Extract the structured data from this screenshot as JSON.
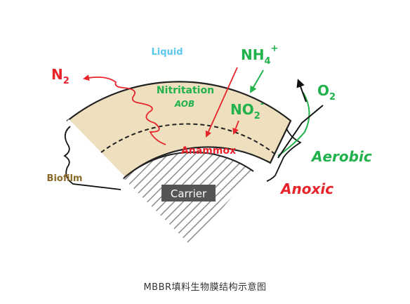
{
  "diagram": {
    "liquid_label": "Liquid",
    "biofilm_label": "Biofilm",
    "nitritation_label": "Nitritation",
    "aob_label": "AOB",
    "anammox_label": "Anammox",
    "carrier_label": "Carrier",
    "aerobic_label": "Aerobic",
    "anoxic_label": "Anoxic",
    "n2": {
      "base": "N",
      "sub": "2"
    },
    "nh4": {
      "base": "NH",
      "sub": "4",
      "sup": "+"
    },
    "no2": {
      "base": "NO",
      "sub": "2",
      "sup": "-"
    },
    "o2": {
      "base": "O",
      "sub": "2"
    }
  },
  "caption": "MBBR填料生物膜结构示意图",
  "colors": {
    "biofilm_fill": "#eee0bf",
    "red": "#e8242b",
    "green": "#22b24c",
    "liquid_blue": "#5bc7ec",
    "biofilm_brown": "#8a6a2a",
    "carrier_box": "#555555",
    "hatch": "#8a8a8a",
    "outline": "#222222"
  }
}
